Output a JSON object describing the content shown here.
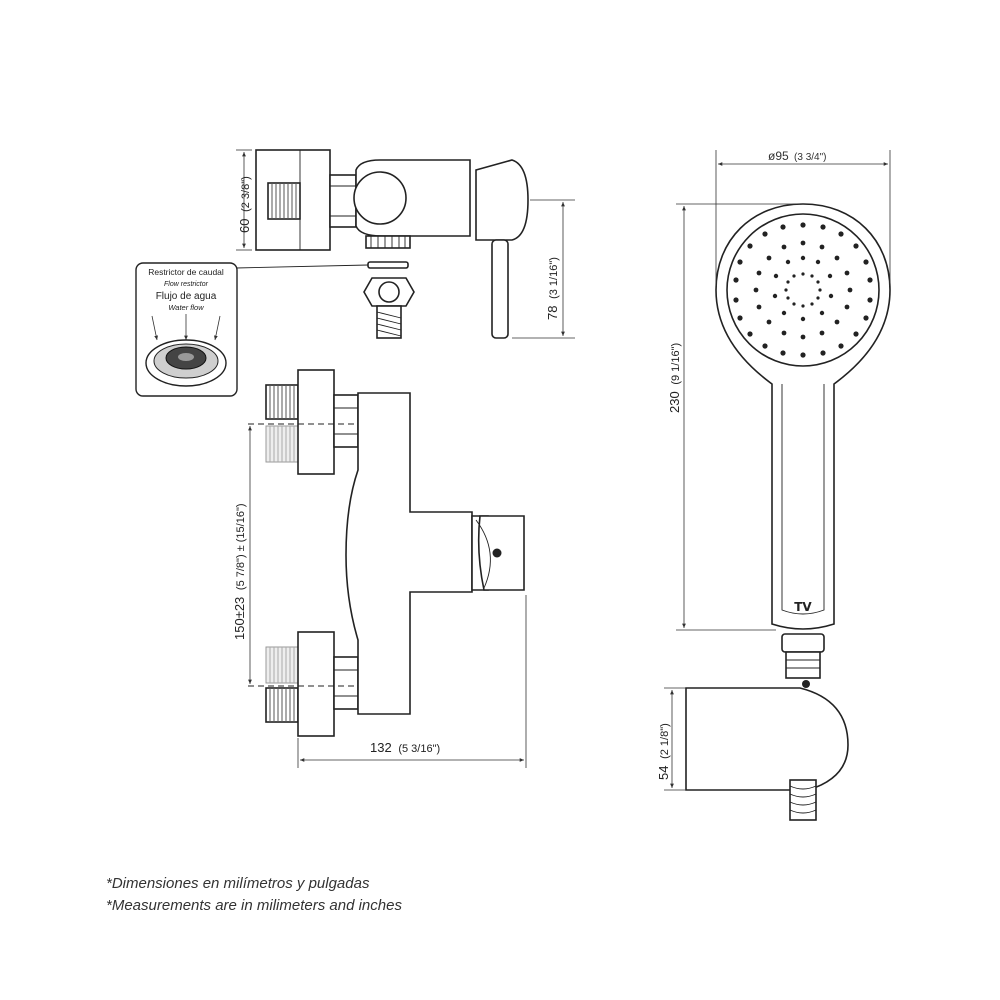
{
  "dimensions": {
    "overall_height": "60",
    "overall_height_in": "(2 3/8\")",
    "handle_height": "78",
    "handle_height_in": "(3 1/16\")",
    "inlet_spacing": "150±23",
    "inlet_spacing_in": "(5 7/8\") ± (15/16\")",
    "body_width": "132",
    "body_width_in": "(5 3/16\")",
    "head_diameter": "ø95",
    "head_diameter_in": "(3 3/4\")",
    "handshower_length": "230",
    "handshower_length_in": "(9 1/16\")",
    "holder_height": "54",
    "holder_height_in": "(2 1/8\")"
  },
  "callout": {
    "line1": "Restrictor de caudal",
    "line2": "Flow restrictor",
    "line3": "Flujo de agua",
    "line4": "Water flow"
  },
  "logo_text": "TV",
  "notes": {
    "line_es": "*Dimensiones en milímetros y pulgadas",
    "line_en": "*Measurements are in milimeters and inches"
  }
}
